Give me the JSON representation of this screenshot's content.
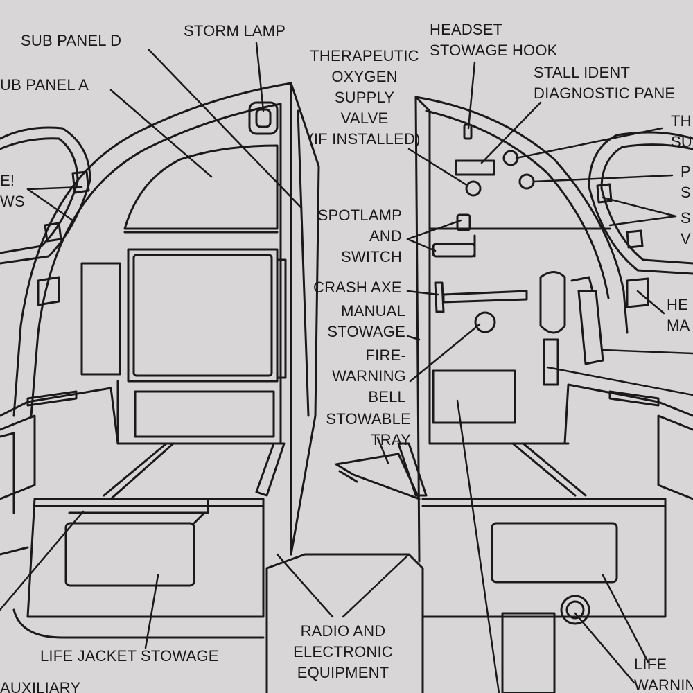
{
  "labels": {
    "sub_panel_d": [
      "SUB PANEL D"
    ],
    "sub_panel_a": [
      "UB PANEL A"
    ],
    "storm_lamp": [
      "STORM LAMP"
    ],
    "therapeutic_oxygen": [
      "THERAPEUTIC",
      "OXYGEN",
      "SUPPLY",
      "VALVE",
      "(IF INSTALLED)"
    ],
    "headset_hook": [
      "HEADSET",
      "STOWAGE HOOK"
    ],
    "stall_ident": [
      "STALL IDENT",
      "DIAGNOSTIC PANE"
    ],
    "right_edge_1": [
      "TH",
      "SU"
    ],
    "right_edge_2": [
      "P",
      "S"
    ],
    "right_edge_3": [
      "S",
      "V"
    ],
    "right_edge_4": [
      "HE",
      "MA"
    ],
    "left_edge_1": [
      "E!",
      "WS"
    ],
    "spotlamp": [
      "SPOTLAMP",
      "AND",
      "SWITCH"
    ],
    "crash_axe": [
      "CRASH AXE"
    ],
    "manual_stowage": [
      "MANUAL",
      "STOWAGE"
    ],
    "fire_bell": [
      "FIRE-",
      "WARNING",
      "BELL"
    ],
    "stowable_tray": [
      "STOWABLE",
      "TRAY"
    ],
    "life_jacket": [
      "LIFE JACKET STOWAGE"
    ],
    "radio": [
      "RADIO AND",
      "ELECTRONIC",
      "EQUIPMENT"
    ],
    "auxiliary": [
      "AUXILIARY"
    ],
    "life_warning": [
      "LIFE",
      "WARNIN"
    ]
  },
  "colors": {
    "paper": "#d9d6d8",
    "ink": "#1a1a1a"
  }
}
